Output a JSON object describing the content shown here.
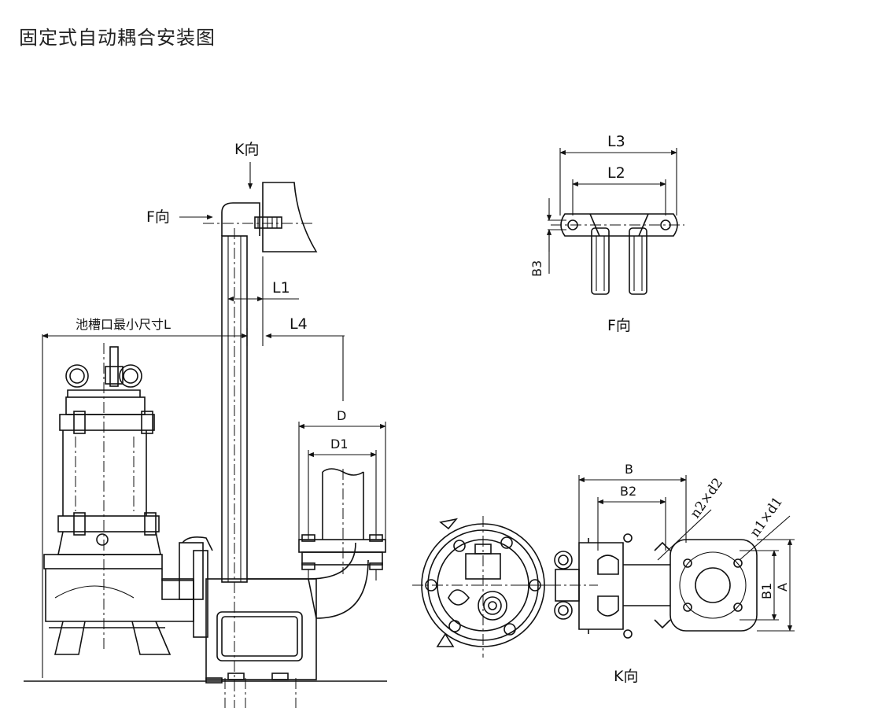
{
  "title": "固定式自动耦合安装图",
  "labels": {
    "k_dir_top": "K向",
    "f_dir_left": "F向",
    "l1": "L1",
    "l4": "L4",
    "pit_min_size": "池槽口最小尺寸L",
    "d": "D",
    "d1": "D1",
    "l3": "L3",
    "l2": "L2",
    "b3": "B3",
    "f_view": "F向",
    "b": "B",
    "b2": "B2",
    "n2d2": "n2×d2",
    "n1d1": "n1×d1",
    "b1": "B1",
    "a": "A",
    "k_view": "K向"
  }
}
